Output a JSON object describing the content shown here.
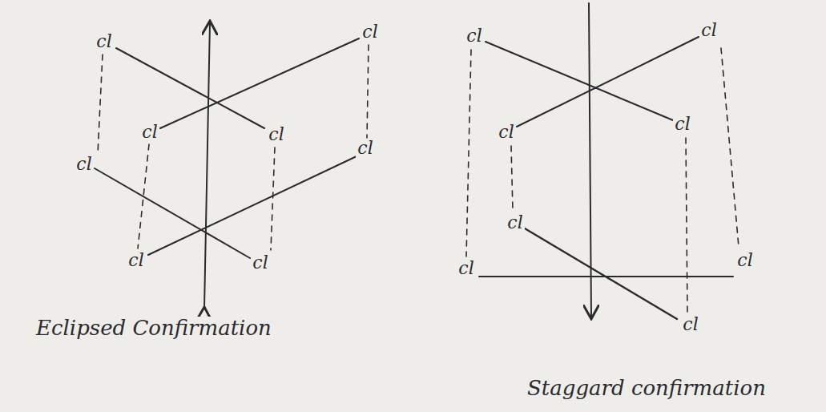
{
  "diagram": {
    "labels": [
      "cl",
      "cl",
      "cl",
      "cl",
      "cl",
      "cl",
      "cl",
      "cl",
      "cl",
      "cl",
      "cl",
      "cl",
      "cl",
      "cl",
      "cl",
      "cl",
      "Eclipsed Confirmation",
      "Staggard confirmation"
    ]
  }
}
